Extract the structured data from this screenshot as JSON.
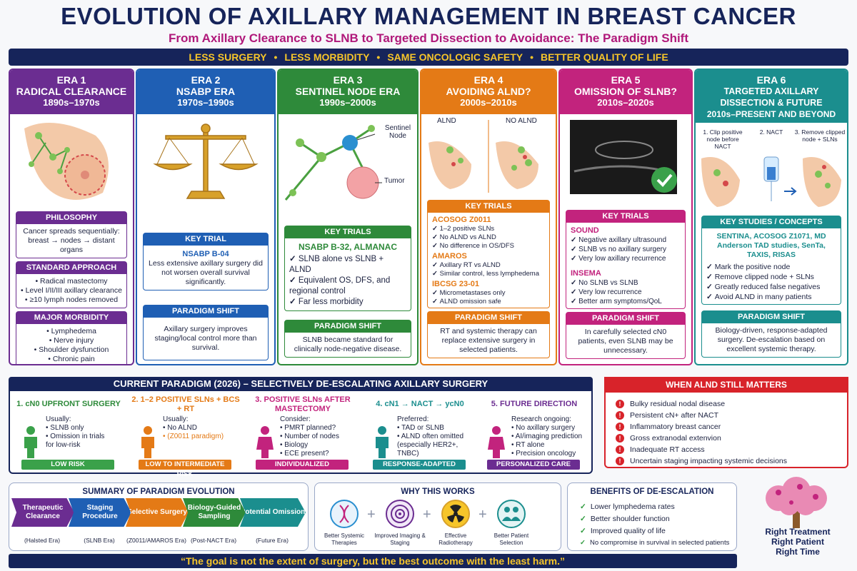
{
  "title": "EVOLUTION OF AXILLARY MANAGEMENT IN BREAST CANCER",
  "subtitle": "From Axillary Clearance to SLNB to Targeted Dissection to Avoidance: The Paradigm Shift",
  "banner": [
    "LESS SURGERY",
    "LESS MORBIDITY",
    "SAME ONCOLOGIC SAFETY",
    "BETTER QUALITY OF LIFE"
  ],
  "colors": {
    "navy": "#16245a",
    "purple": "#6b2d91",
    "blue": "#1f5fb4",
    "green": "#2e8a3a",
    "orange": "#e47a16",
    "magenta": "#c2237d",
    "teal": "#1b8e8e",
    "red": "#d8232a"
  },
  "eras": [
    {
      "era": "ERA 1",
      "name": "RADICAL CLEARANCE",
      "years": "1890s–1970s",
      "philosophy": {
        "head": "PHILOSOPHY",
        "text": "Cancer spreads sequentially: breast → nodes → distant organs"
      },
      "approach": {
        "head": "STANDARD APPROACH",
        "items": [
          "Radical mastectomy",
          "Level I/II/III axillary clearance",
          "≥10 lymph nodes removed"
        ]
      },
      "morbidity": {
        "head": "MAJOR MORBIDITY",
        "items": [
          "Lymphedema",
          "Nerve injury",
          "Shoulder dysfunction",
          "Chronic pain"
        ]
      }
    },
    {
      "era": "ERA 2",
      "name": "NSABP ERA",
      "years": "1970s–1990s",
      "trial_head": "KEY TRIAL",
      "trial_name": "NSABP B-04",
      "trial_text": "Less extensive axillary surgery did not worsen overall survival significantly.",
      "shift_head": "PARADIGM SHIFT",
      "shift_text": "Axillary surgery improves staging/local control more than survival."
    },
    {
      "era": "ERA 3",
      "name": "SENTINEL NODE ERA",
      "years": "1990s–2000s",
      "labels": [
        "Sentinel Node",
        "Tumor"
      ],
      "trial_head": "KEY TRIALS",
      "trial_name": "NSABP B-32, ALMANAC",
      "items": [
        "SLNB alone vs SLNB + ALND",
        "Equivalent OS, DFS, and regional control",
        "Far less morbidity"
      ],
      "shift_head": "PARADIGM SHIFT",
      "shift_text": "SLNB became standard for clinically node-negative disease."
    },
    {
      "era": "ERA 4",
      "name": "AVOIDING ALND?",
      "years": "2000s–2010s",
      "labels": [
        "ALND",
        "NO ALND"
      ],
      "trial_head": "KEY TRIALS",
      "trials": [
        {
          "name": "ACOSOG Z0011",
          "items": [
            "1–2 positive SLNs",
            "No ALND vs ALND",
            "No difference in OS/DFS"
          ]
        },
        {
          "name": "AMAROS",
          "items": [
            "Axillary RT vs ALND",
            "Similar control, less lymphedema"
          ]
        },
        {
          "name": "IBCSG 23-01",
          "items": [
            "Micrometastases only",
            "ALND omission safe"
          ]
        }
      ],
      "shift_head": "PARADIGM SHIFT",
      "shift_text": "RT and systemic therapy can replace extensive surgery in selected patients."
    },
    {
      "era": "ERA 5",
      "name": "OMISSION OF SLNB?",
      "years": "2010s–2020s",
      "trial_head": "KEY TRIALS",
      "trials": [
        {
          "name": "SOUND",
          "items": [
            "Negative axillary ultrasound",
            "SLNB vs no axillary surgery",
            "Very low axillary recurrence"
          ]
        },
        {
          "name": "INSEMA",
          "items": [
            "No SLNB vs SLNB",
            "Very low recurrence",
            "Better arm symptoms/QoL"
          ]
        }
      ],
      "shift_head": "PARADIGM SHIFT",
      "shift_text": "In carefully selected cN0 patients, even SLNB may be unnecessary."
    },
    {
      "era": "ERA 6",
      "name": "TARGETED AXILLARY DISSECTION & FUTURE",
      "years": "2010s–PRESENT AND BEYOND",
      "steps": [
        "1. Clip positive node before NACT",
        "2. NACT",
        "3. Remove clipped node + SLNs"
      ],
      "trial_head": "KEY STUDIES / CONCEPTS",
      "trial_name": "SENTINA, ACOSOG Z1071, MD Anderson TAD studies, SenTa, TAXIS, RISAS",
      "items": [
        "Mark the positive node",
        "Remove clipped node + SLNs",
        "Greatly reduced false negatives",
        "Avoid ALND in many patients"
      ],
      "shift_head": "PARADIGM SHIFT",
      "shift_text": "Biology-driven, response-adapted surgery. De-escalation based on excellent systemic therapy."
    }
  ],
  "current": {
    "title": "CURRENT PARADIGM (2026) – SELECTIVELY DE-ESCALATING AXILLARY SURGERY",
    "cols": [
      {
        "head": "1. cN0 UPFRONT SURGERY",
        "lead": "Usually:",
        "items": [
          "SLNB only",
          "Omission in trials for low-risk"
        ],
        "tag": "LOW RISK"
      },
      {
        "head": "2. 1–2 POSITIVE SLNs + BCS + RT",
        "lead": "Usually:",
        "items": [
          "No ALND",
          "(Z0011 paradigm)"
        ],
        "tag": "LOW TO INTERMEDIATE RISK"
      },
      {
        "head": "3. POSITIVE SLNs AFTER MASTECTOMY",
        "lead": "Consider:",
        "items": [
          "PMRT planned?",
          "Number of nodes",
          "Biology",
          "ECE present?"
        ],
        "tag": "INDIVIDUALIZED"
      },
      {
        "head": "4. cN1 → NACT → ycN0",
        "lead": "Preferred:",
        "items": [
          "TAD or SLNB",
          "ALND often omitted (especially HER2+, TNBC)"
        ],
        "tag": "RESPONSE-ADAPTED"
      },
      {
        "head": "5. FUTURE DIRECTION",
        "lead": "Research ongoing:",
        "items": [
          "No axillary surgery",
          "AI/imaging prediction",
          "RT alone",
          "Precision oncology"
        ],
        "tag": "PERSONALIZED CARE"
      }
    ]
  },
  "alnd": {
    "title": "WHEN ALND STILL MATTERS",
    "items": [
      "Bulky residual nodal disease",
      "Persistent cN+ after NACT",
      "Inflammatory breast cancer",
      "Gross extranodal extenvion",
      "Inadequate RT access",
      "Uncertain staging impacting systemic decisions"
    ]
  },
  "summary": {
    "title": "SUMMARY OF PARADIGM EVOLUTION",
    "steps": [
      {
        "label": "Therapeutic Clearance",
        "era": "(Halsted Era)"
      },
      {
        "label": "Staging Procedure",
        "era": "(SLNB Era)"
      },
      {
        "label": "Selective Surgery",
        "era": "(Z0011/AMAROS Era)"
      },
      {
        "label": "Biology-Guided Sampling",
        "era": "(Post-NACT Era)"
      },
      {
        "label": "Potential Omission",
        "era": "(Future Era)"
      }
    ]
  },
  "why": {
    "title": "WHY THIS WORKS",
    "items": [
      {
        "label": "Better Systemic Therapies",
        "icon": "dna-icon"
      },
      {
        "label": "Improved Imaging & Staging",
        "icon": "target-icon"
      },
      {
        "label": "Effective Radiotherapy",
        "icon": "radiation-icon"
      },
      {
        "label": "Better Patient Selection",
        "icon": "people-icon"
      }
    ]
  },
  "benefits": {
    "title": "BENEFITS OF DE-ESCALATION",
    "items": [
      "Lower lymphedema rates",
      "Better shoulder function",
      "Improved quality of life",
      "No compromise in survival in selected patients"
    ]
  },
  "tree": [
    "Right Treatment",
    "Right Patient",
    "Right Time"
  ],
  "quote": "“The goal is not the extent of surgery, but the best outcome with the least harm.”"
}
